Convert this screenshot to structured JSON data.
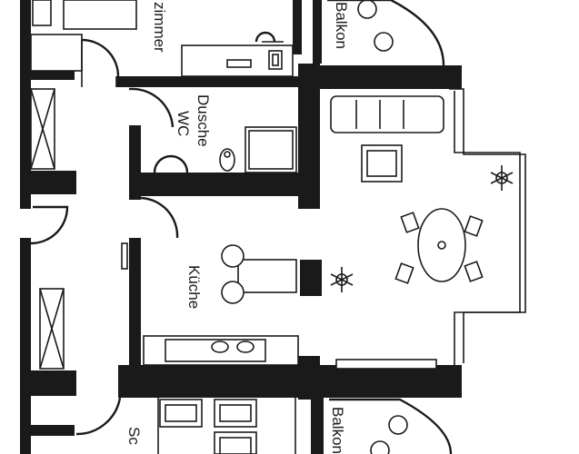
{
  "rooms": {
    "zimmer": "zimmer",
    "balkon_top": "Balkon",
    "dusche": "Dusche",
    "wc": "WC",
    "kueche": "Küche",
    "balkon_bottom": "Balkon",
    "schlaf": "Sc"
  }
}
